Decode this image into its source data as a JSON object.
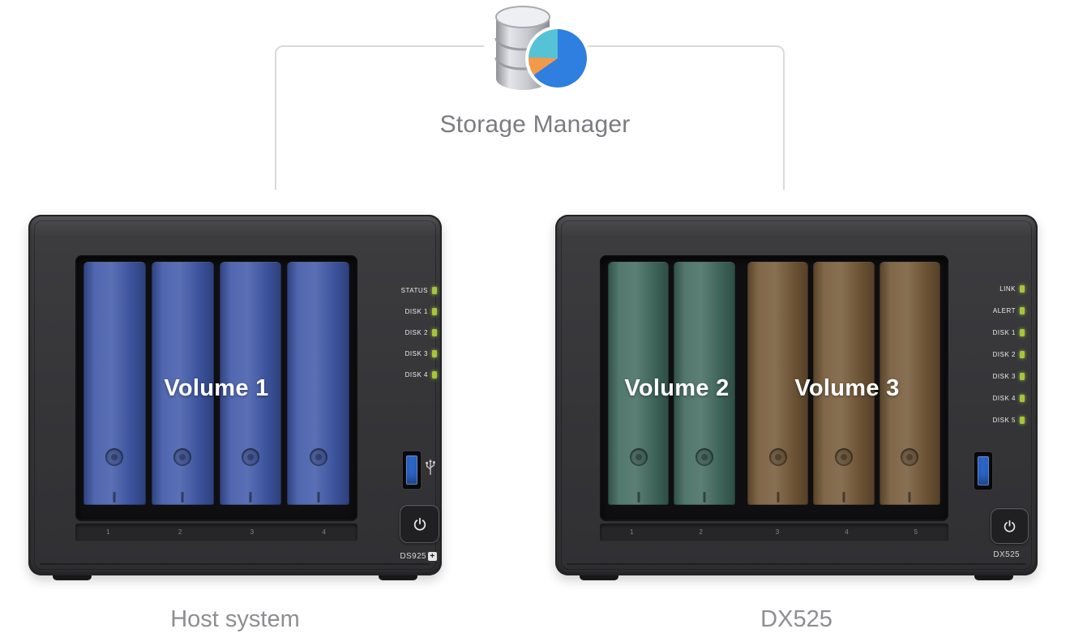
{
  "title": "Storage Manager",
  "colors": {
    "connector": "#d9d9d9",
    "led_green": "#a8c43d",
    "usb_blue": "#2e6bd4",
    "pie_blue": "#2f7fe0",
    "pie_orange": "#f2994a",
    "pie_teal": "#56c2d6"
  },
  "devices": [
    {
      "caption": "Host system",
      "model": "DS925",
      "model_suffix": "+",
      "leds": [
        "STATUS",
        "DISK 1",
        "DISK 2",
        "DISK 3",
        "DISK 4"
      ],
      "bays": [
        "1",
        "2",
        "3",
        "4"
      ],
      "volumes": [
        {
          "label": "Volume 1",
          "color": "#3f58a8",
          "bay_count": 4
        }
      ]
    },
    {
      "caption": "DX525",
      "model": "DX525",
      "leds": [
        "LINK",
        "ALERT",
        "DISK 1",
        "DISK 2",
        "DISK 3",
        "DISK 4",
        "DISK 5"
      ],
      "bays": [
        "1",
        "2",
        "3",
        "4",
        "5"
      ],
      "volumes": [
        {
          "label": "Volume 2",
          "color": "#416a5e",
          "bay_count": 2
        },
        {
          "label": "Volume 3",
          "color": "#745837",
          "bay_count": 3
        }
      ]
    }
  ]
}
